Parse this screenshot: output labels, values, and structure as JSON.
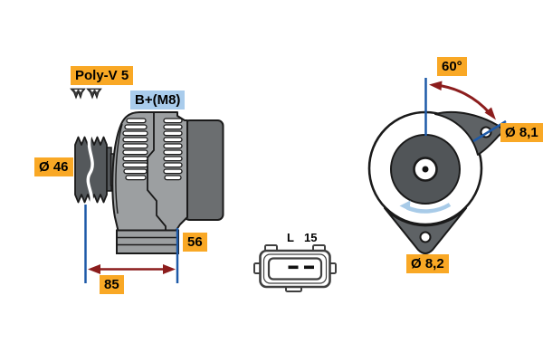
{
  "diagram": {
    "title_semantic": "alternator-technical-drawing",
    "side_view": {
      "belt_label": "Poly-V 5",
      "terminal_label": "B+(M8)",
      "pulley_diameter_label": "Ø 46",
      "depth_label": "56",
      "length_label": "85"
    },
    "connector": {
      "terminal_left": "L",
      "terminal_right": "15"
    },
    "front_view": {
      "angle_label": "60°",
      "top_hole_label": "Ø 8,1",
      "bottom_hole_label": "Ø 8,2"
    },
    "colors": {
      "label_yellow": "#F9A825",
      "label_blue": "#A9CCEC",
      "dimension_blue": "#1E5AA8",
      "dimension_red": "#8C1D1D",
      "rotation_arrow_blue": "#A8CBE8",
      "body_gray": "#9C9FA1",
      "housing_dark_gray": "#6B6E70",
      "pulley_dark": "#54585B"
    }
  }
}
